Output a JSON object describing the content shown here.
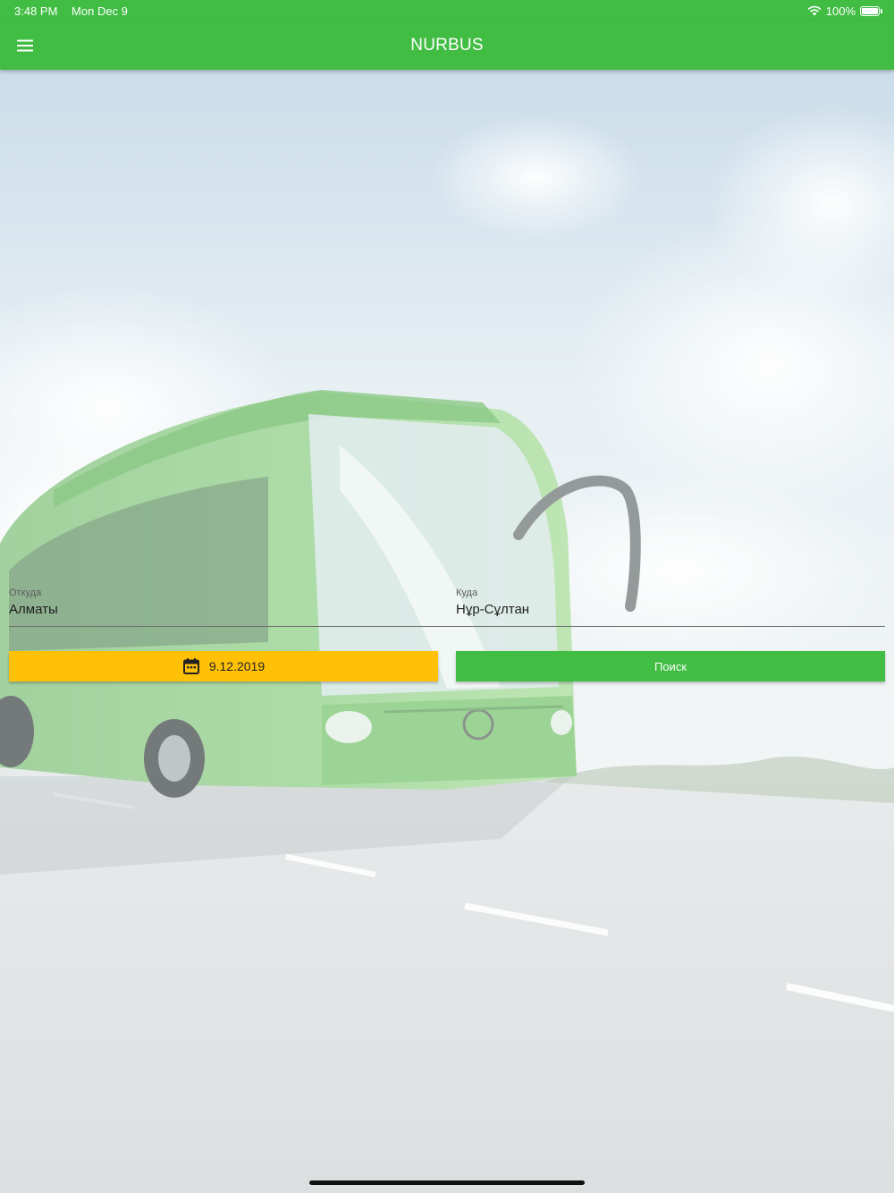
{
  "status_bar": {
    "time": "3:48 PM",
    "date": "Mon Dec 9",
    "battery_text": "100%",
    "battery_level": 1.0
  },
  "app_bar": {
    "title": "NURBUS",
    "menu_icon": "hamburger-menu-icon"
  },
  "search_form": {
    "from": {
      "label": "Откуда",
      "value": "Алматы"
    },
    "to": {
      "label": "Куда",
      "value": "Нұр-Сұлтан"
    },
    "date": {
      "icon": "calendar-icon",
      "value": "9.12.2019"
    },
    "search_label": "Поиск"
  },
  "colors": {
    "primary_green": "#41bd44",
    "date_yellow": "#ffc107",
    "text_dark": "#1e1e1e",
    "label_gray": "#5d5d5d"
  }
}
